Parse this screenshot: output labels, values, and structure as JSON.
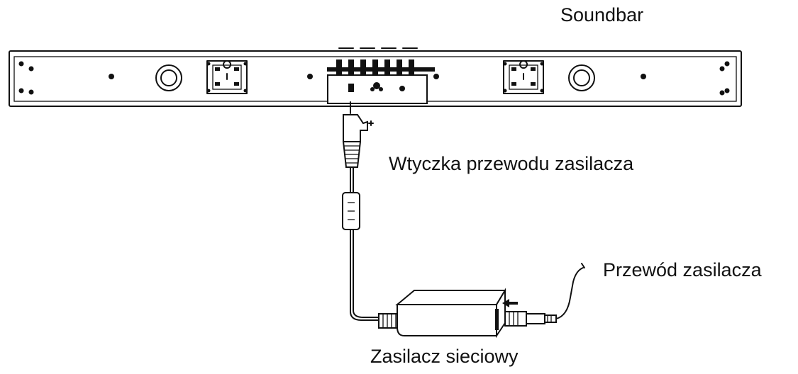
{
  "labels": {
    "soundbar": "Soundbar",
    "plug": "Wtyczka przewodu zasilacza",
    "power_cord": "Przewód zasilacza",
    "adapter": "Zasilacz sieciowy"
  },
  "colors": {
    "ink": "#111111",
    "background": "#ffffff"
  }
}
